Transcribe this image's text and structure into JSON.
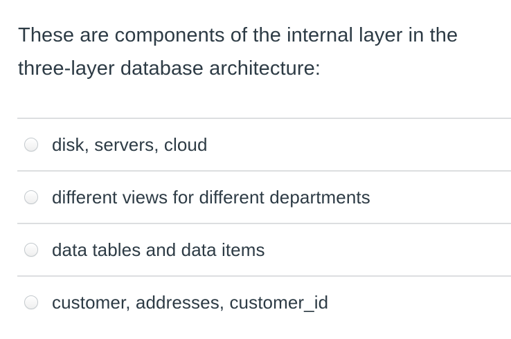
{
  "question": {
    "text": "These are components of the internal layer in the three-layer database architecture:"
  },
  "options": [
    {
      "label": "disk, servers, cloud",
      "selected": false
    },
    {
      "label": "different views for different departments",
      "selected": false
    },
    {
      "label": "data tables and data items",
      "selected": false
    },
    {
      "label": "customer, addresses, customer_id",
      "selected": false
    }
  ],
  "colors": {
    "text": "#2d3b45",
    "divider": "#dcdee0",
    "background": "#ffffff",
    "radio_border": "#c3c9cd"
  }
}
